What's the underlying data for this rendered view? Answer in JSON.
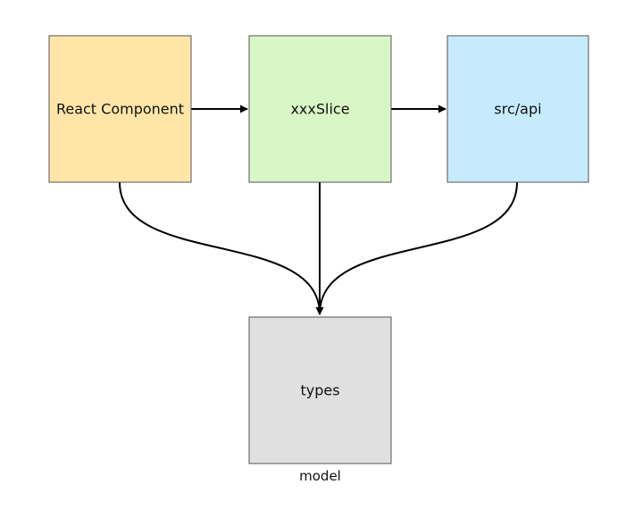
{
  "nodes": {
    "react_component": {
      "label": "React Component",
      "fill": "#ffe6a8"
    },
    "slice": {
      "label": "xxxSlice",
      "fill": "#d9f7c6"
    },
    "api": {
      "label": "src/api",
      "fill": "#c5ebfd"
    },
    "types": {
      "label": "types",
      "fill": "#e0e0e0"
    }
  },
  "captions": {
    "model": "model"
  },
  "edges": [
    {
      "from": "React Component",
      "to": "xxxSlice"
    },
    {
      "from": "xxxSlice",
      "to": "src/api"
    },
    {
      "from": "React Component",
      "to": "types"
    },
    {
      "from": "xxxSlice",
      "to": "types"
    },
    {
      "from": "src/api",
      "to": "types"
    }
  ],
  "colors": {
    "stroke": "#555555",
    "edge": "#000000"
  }
}
